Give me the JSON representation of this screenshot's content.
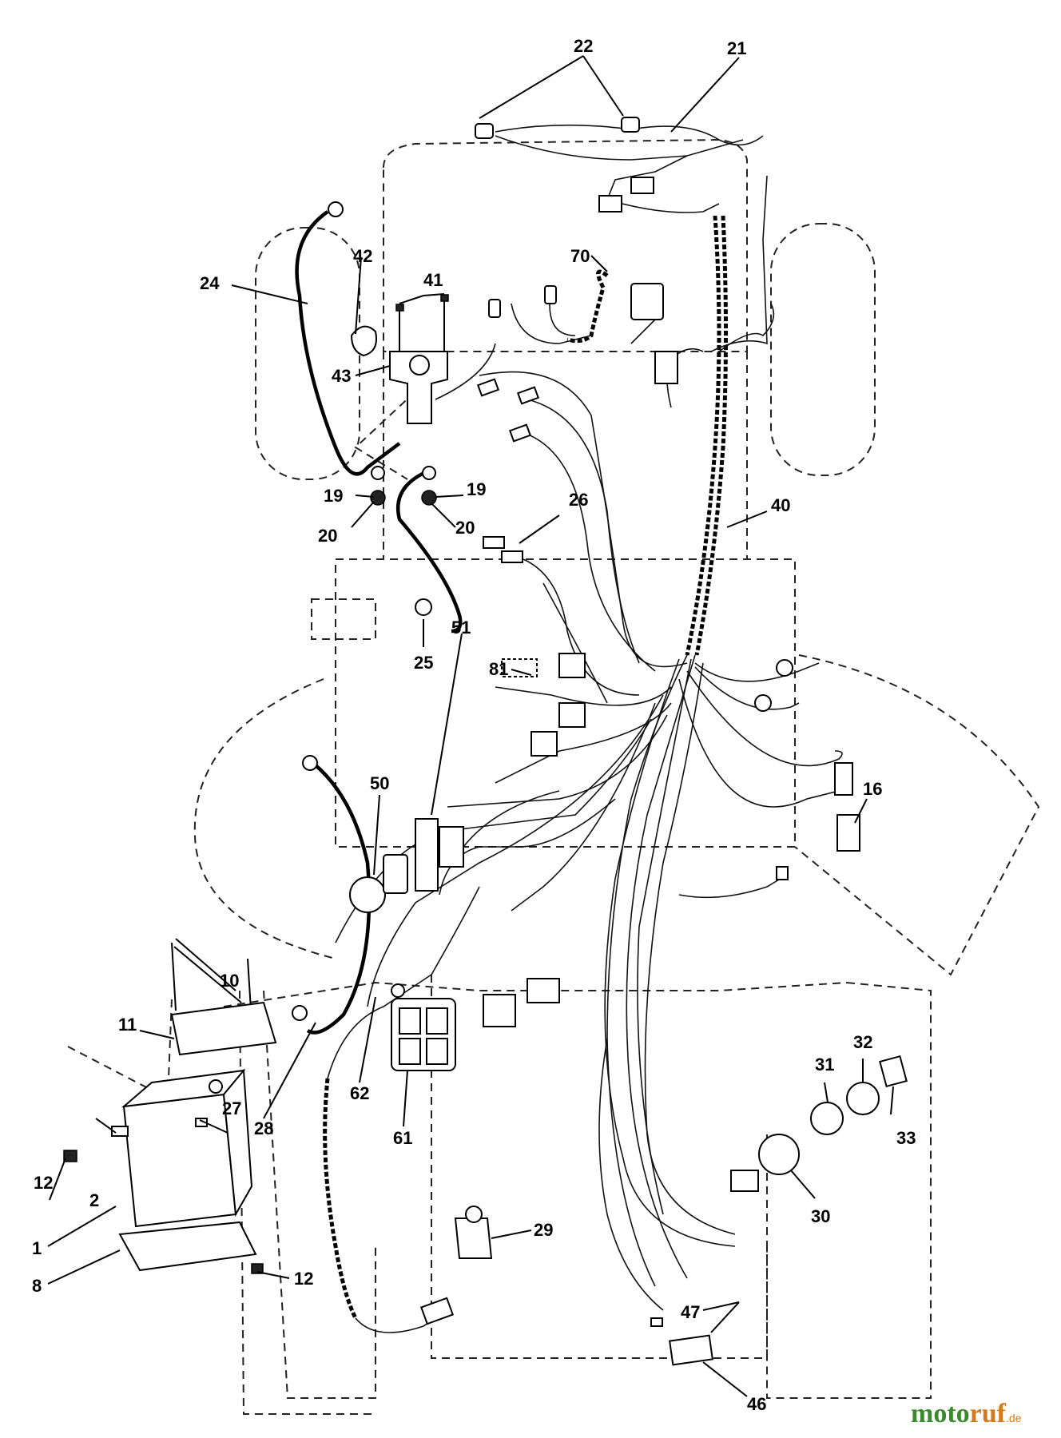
{
  "callouts": {
    "c1": "1",
    "c2": "2",
    "c8": "8",
    "c10": "10",
    "c11": "11",
    "c12a": "12",
    "c12b": "12",
    "c16": "16",
    "c19a": "19",
    "c19b": "19",
    "c20a": "20",
    "c20b": "20",
    "c21": "21",
    "c22": "22",
    "c24": "24",
    "c25": "25",
    "c26": "26",
    "c27": "27",
    "c28": "28",
    "c29": "29",
    "c30": "30",
    "c31": "31",
    "c32": "32",
    "c33": "33",
    "c40": "40",
    "c41": "41",
    "c42": "42",
    "c43": "43",
    "c46": "46",
    "c47": "47",
    "c50": "50",
    "c51": "51",
    "c61": "61",
    "c62": "62",
    "c70": "70",
    "c81": "81"
  },
  "watermark": {
    "part1": "moto",
    "part2": "ruf",
    "suffix": ".de"
  }
}
